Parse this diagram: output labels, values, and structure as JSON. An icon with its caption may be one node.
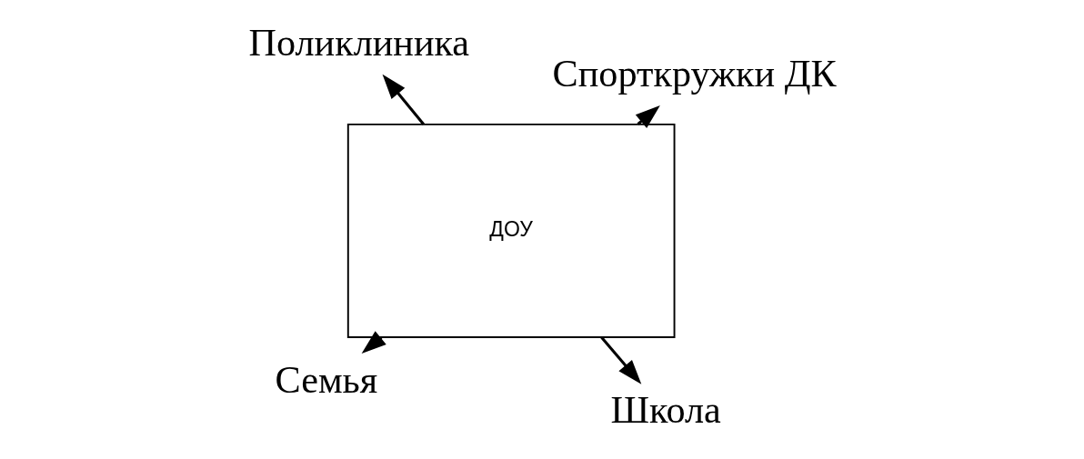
{
  "diagram": {
    "nodes": [
      {
        "text": [
          "Семья"
        ]
      },
      {
        "text": [
          "Школа"
        ]
      },
      {
        "text": [
          "ДОУ"
        ]
      },
      {
        "text": [
          "Поликлиника"
        ]
      },
      {
        "text": [
          "Спорткружки ДК"
        ]
      }
    ],
    "edges": [
      {
        "from": 2,
        "to": 0,
        "arrow": "to"
      },
      {
        "from": 2,
        "to": 1,
        "arrow": "to"
      },
      {
        "from": 2,
        "to": 3,
        "arrow": "to"
      },
      {
        "from": 2,
        "to": 4,
        "arrow": "to"
      }
    ]
  }
}
